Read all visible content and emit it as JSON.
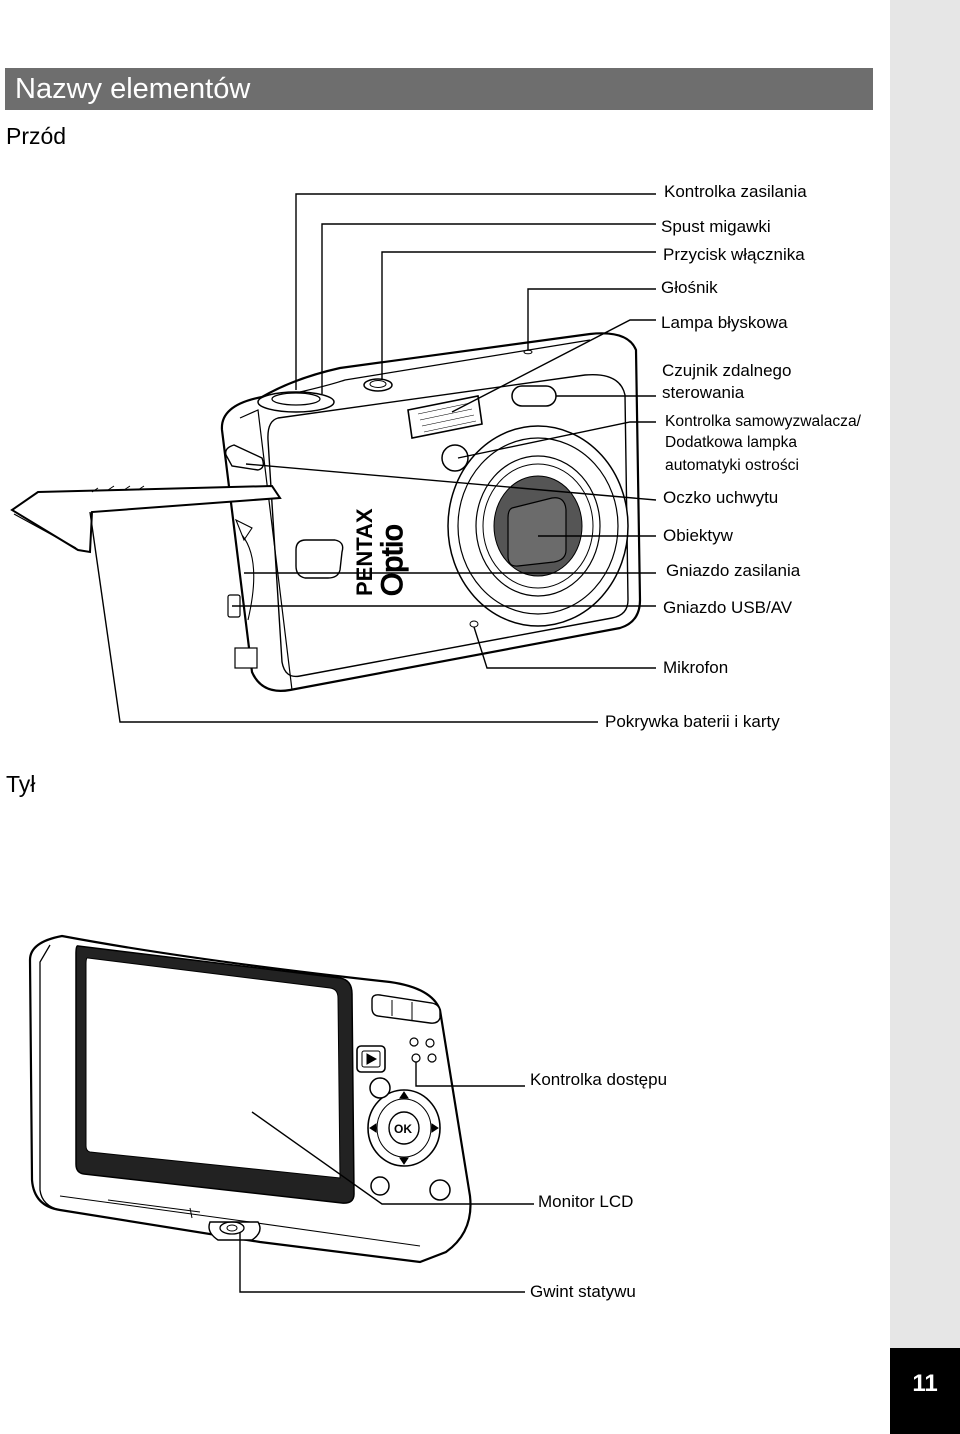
{
  "header": {
    "title": "Nazwy elementów"
  },
  "sections": {
    "front": "Przód",
    "back": "Tył"
  },
  "brand": {
    "pentax": "PENTAX",
    "optio": "Optio",
    "ok": "OK"
  },
  "front_labels": [
    "Kontrolka zasilania",
    "Spust migawki",
    "Przycisk włącznika",
    "Głośnik",
    "Lampa błyskowa",
    "Czujnik zdalnego",
    "sterowania",
    "Kontrolka samowyzwalacza/",
    "Dodatkowa lampka",
    "automatyki ostrości",
    "Oczko uchwytu",
    "Obiektyw",
    "Gniazdo zasilania",
    "Gniazdo USB/AV",
    "Mikrofon",
    "Pokrywka baterii i karty"
  ],
  "back_labels": [
    "Kontrolka dostępu",
    "Monitor LCD",
    "Gwint statywu"
  ],
  "page_number": "11"
}
